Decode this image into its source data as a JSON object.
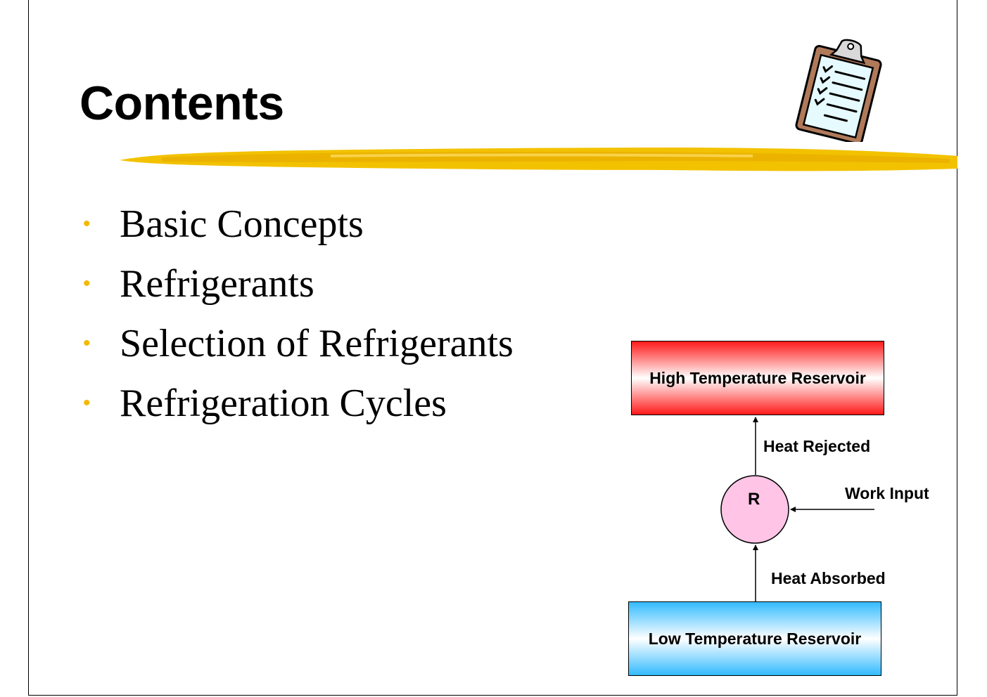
{
  "slide": {
    "title": "Contents",
    "bullets": [
      "Basic Concepts",
      "Refrigerants",
      "Selection of Refrigerants",
      "Refrigeration Cycles"
    ],
    "bullet_color": "#f5b800",
    "accent_color": "#f2c200"
  },
  "diagram": {
    "high_reservoir": "High Temperature Reservoir",
    "low_reservoir": "Low Temperature Reservoir",
    "heat_rejected": "Heat Rejected",
    "work_input": "Work Input",
    "heat_absorbed": "Heat Absorbed",
    "refrigerator": "R",
    "high_color": "#ff1a1a",
    "low_color": "#33bbff",
    "circle_color": "#ffc4e6"
  },
  "icons": {
    "clipboard": "clipboard-checklist-icon"
  }
}
